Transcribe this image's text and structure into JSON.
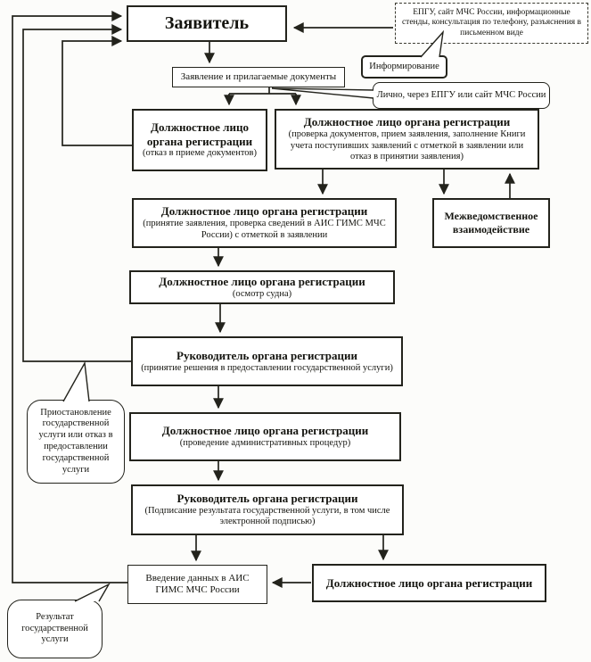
{
  "palette": {
    "line": "#23231c",
    "box_border": "#23231c",
    "background": "#fcfcfa"
  },
  "nodes": {
    "applicant": {
      "label": "Заявитель"
    },
    "info_channels": {
      "label": "ЕПГУ, сайт МЧС России, информационные стенды, консультация по телефону, разъяснения в письменном виде"
    },
    "informing_callout": {
      "label": "Информирование"
    },
    "application": {
      "label": "Заявление и прилагаемые документы"
    },
    "in_person_callout": {
      "label": "Лично, через ЕПГУ или сайт МЧС России"
    },
    "official_refusal": {
      "title": "Должностное лицо органа регистрации",
      "note": "(отказ в приеме документов)"
    },
    "official_intake": {
      "title": "Должностное лицо органа регистрации",
      "note": "(проверка документов, прием заявления, заполнение Книги учета поступивших заявлений с отметкой в заявлении или отказ в принятии заявления)"
    },
    "interagency": {
      "label": "Межведомственное взаимодействие"
    },
    "official_acceptance": {
      "title": "Должностное лицо органа регистрации",
      "note": "(принятие заявления, проверка сведений в АИС ГИМС МЧС России) с отметкой в заявлении"
    },
    "official_inspection": {
      "title": "Должностное лицо органа регистрации",
      "note": "(осмотр судна)"
    },
    "head_decision": {
      "title": "Руководитель органа регистрации",
      "note": "(принятие решения в предоставлении государственной услуги)"
    },
    "suspension_callout": {
      "label": "Приостановление государственной услуги или отказ в предоставлении государственной услуги"
    },
    "official_procedures": {
      "title": "Должностное лицо органа регистрации",
      "note": "(проведение административных процедур)"
    },
    "head_signing": {
      "title": "Руководитель органа регистрации",
      "note": "(Подписание результата государственной услуги, в том числе электронной подписью)"
    },
    "data_entry": {
      "label": "Введение данных в АИС ГИМС МЧС России"
    },
    "official_final": {
      "label": "Должностное лицо органа регистрации"
    },
    "result_callout": {
      "label": "Результат государственной услуги"
    }
  }
}
